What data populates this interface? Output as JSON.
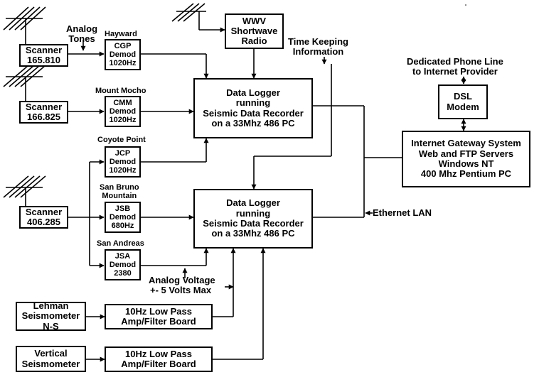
{
  "scanners": [
    {
      "label": "Scanner",
      "freq": "165.810"
    },
    {
      "label": "Scanner",
      "freq": "166.825"
    },
    {
      "label": "Scanner",
      "freq": "406.285"
    }
  ],
  "demods": [
    {
      "station": "Hayward",
      "code": "CGP",
      "type": "Demod",
      "freq": "1020Hz"
    },
    {
      "station": "Mount Mocho",
      "code": "CMM",
      "type": "Demod",
      "freq": "1020Hz"
    },
    {
      "station": "Coyote Point",
      "code": "JCP",
      "type": "Demod",
      "freq": "1020Hz"
    },
    {
      "station_line1": "San Bruno",
      "station_line2": "Mountain",
      "code": "JSB",
      "type": "Demod",
      "freq": "680Hz"
    },
    {
      "station": "San Andreas",
      "code": "JSA",
      "type": "Demod",
      "freq": "2380"
    }
  ],
  "wwv": {
    "line1": "WWV",
    "line2": "Shortwave",
    "line3": "Radio"
  },
  "loggers": [
    {
      "line1": "Data Logger",
      "line2": "running",
      "line3": "Seismic Data Recorder",
      "line4": "on a 33Mhz 486 PC"
    },
    {
      "line1": "Data Logger",
      "line2": "running",
      "line3": "Seismic Data Recorder",
      "line4": "on a 33Mhz 486 PC"
    }
  ],
  "dsl": {
    "line1": "DSL",
    "line2": "Modem"
  },
  "gateway": {
    "line1": "Internet Gateway System",
    "line2": "Web and FTP Servers",
    "line3": "Windows NT",
    "line4": "400 Mhz Pentium PC"
  },
  "seismometers": [
    {
      "line1": "Lehman",
      "line2": "Seismometer",
      "line3": "N-S"
    },
    {
      "line1": "Vertical",
      "line2": "Seismometer"
    }
  ],
  "filters": [
    {
      "line1": "10Hz Low Pass",
      "line2": "Amp/Filter Board"
    },
    {
      "line1": "10Hz Low Pass",
      "line2": "Amp/Filter Board"
    }
  ],
  "labels": {
    "analog_tones_1": "Analog",
    "analog_tones_2": "Tones",
    "time_keeping_1": "Time Keeping",
    "time_keeping_2": "Information",
    "phone_line_1": "Dedicated Phone Line",
    "phone_line_2": "to Internet Provider",
    "ethernet": "Ethernet LAN",
    "analog_voltage_1": "Analog Voltage",
    "analog_voltage_2": "+- 5 Volts Max"
  }
}
